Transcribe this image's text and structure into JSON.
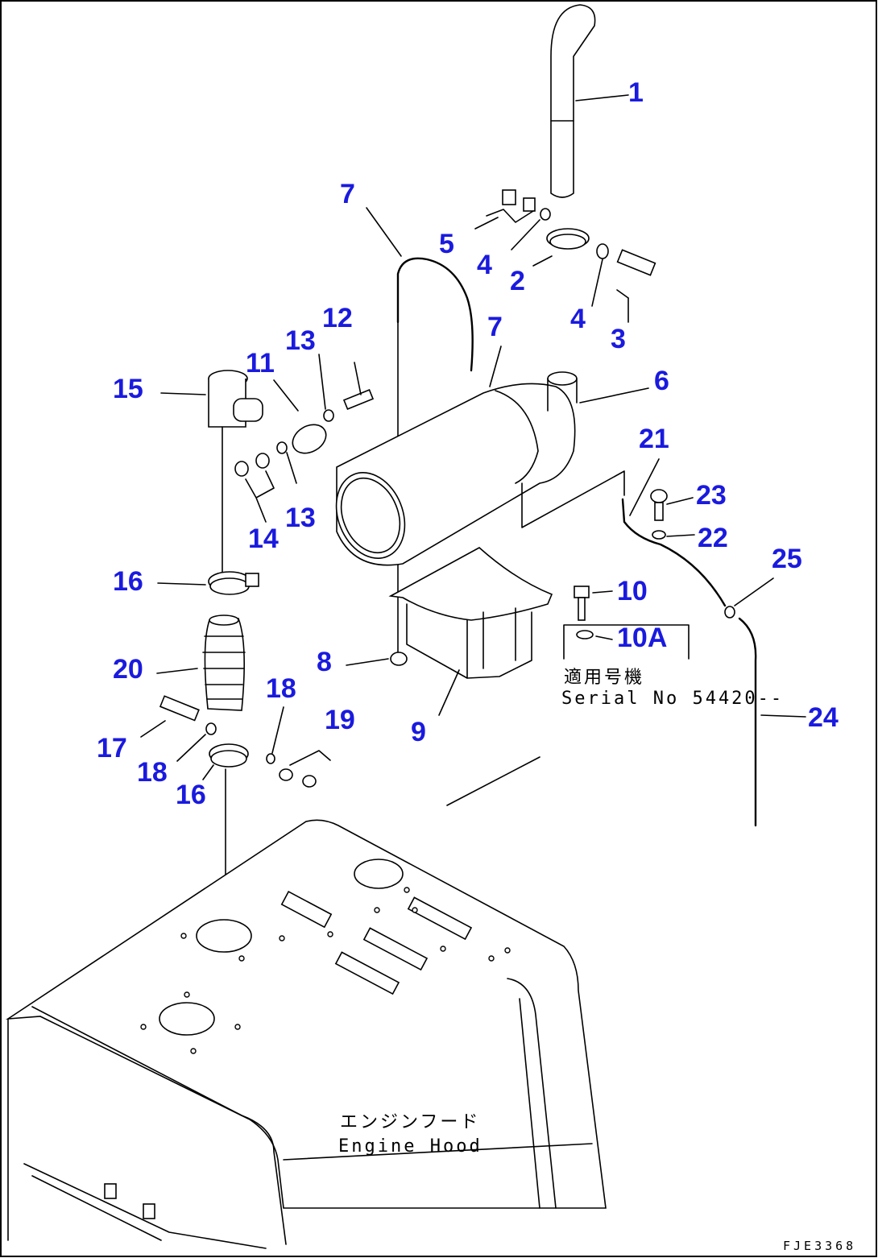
{
  "figure_code": "FJE3368",
  "callouts": {
    "c1": "1",
    "c2": "2",
    "c3": "3",
    "c4a": "4",
    "c4b": "4",
    "c5": "5",
    "c6": "6",
    "c7a": "7",
    "c7b": "7",
    "c8": "8",
    "c9": "9",
    "c10": "10",
    "c10a": "10A",
    "c11": "11",
    "c12": "12",
    "c13a": "13",
    "c13b": "13",
    "c14": "14",
    "c15": "15",
    "c16a": "16",
    "c16b": "16",
    "c17": "17",
    "c18a": "18",
    "c18b": "18",
    "c19": "19",
    "c20": "20",
    "c21": "21",
    "c22": "22",
    "c23": "23",
    "c24": "24",
    "c25": "25"
  },
  "serial_note": {
    "jp": "適用号機",
    "en": "Serial No 54420--"
  },
  "engine_hood": {
    "jp": "エンジンフード",
    "en": "Engine Hood"
  },
  "colors": {
    "callout": "#1a1adf",
    "line": "#000000",
    "background": "#ffffff"
  }
}
